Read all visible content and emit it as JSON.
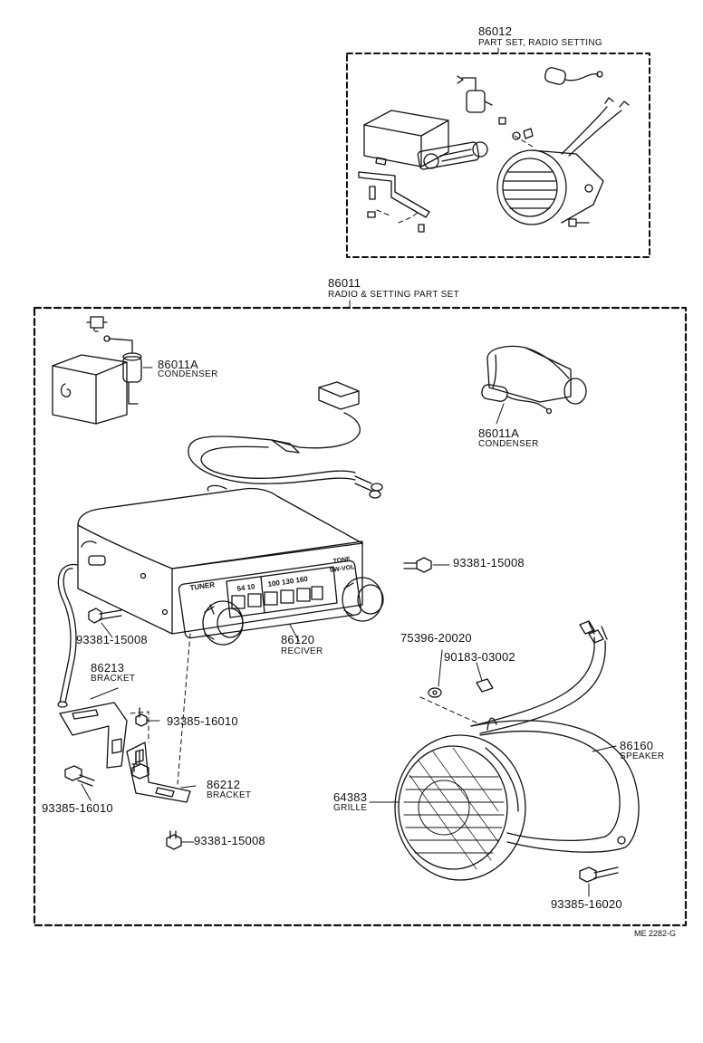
{
  "top_set": {
    "part_no": "86012",
    "name": "PART SET, RADIO SETTING"
  },
  "main_set": {
    "part_no": "86011",
    "name": "RADIO & SETTING PART SET"
  },
  "parts": {
    "condenser_left": {
      "part_no": "86011A",
      "name": "CONDENSER"
    },
    "condenser_right": {
      "part_no": "86011A",
      "name": "CONDENSER"
    },
    "receiver": {
      "part_no": "86120",
      "name": "RECIVER"
    },
    "screw_receiver_right": {
      "part_no": "93381-15008"
    },
    "screw_receiver_left": {
      "part_no": "93381-15008"
    },
    "bracket_upper": {
      "part_no": "86213",
      "name": "BRACKET"
    },
    "bolt_bracket_upper": {
      "part_no": "93385-16010"
    },
    "bolt_bracket_lower": {
      "part_no": "93385-16010"
    },
    "bracket_lower": {
      "part_no": "86212",
      "name": "BRACKET"
    },
    "screw_bottom": {
      "part_no": "93381-15008"
    },
    "washer": {
      "part_no": "75396-20020"
    },
    "clip": {
      "part_no": "90183-03002"
    },
    "speaker": {
      "part_no": "86160",
      "name": "SPEAKER"
    },
    "grille": {
      "part_no": "64383",
      "name": "GRILLE"
    },
    "bolt_speaker": {
      "part_no": "93385-16020"
    }
  },
  "faceplate": {
    "tuner": "TUNER",
    "tone": "TONE",
    "sw_vol": "SW-VOL",
    "dial_low": "54  10",
    "dial_high": "100 130 160"
  },
  "drawing_code": "ME 2282-G"
}
